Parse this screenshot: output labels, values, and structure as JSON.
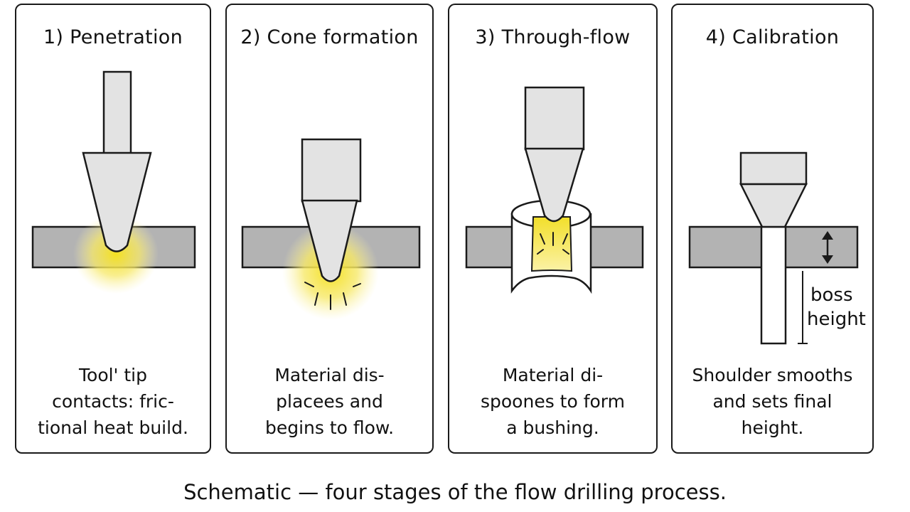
{
  "stages": [
    {
      "title": "1) Penetration",
      "desc": [
        "Tool' tip",
        "contacts: fric-",
        "tional heat build."
      ]
    },
    {
      "title": "2) Cone formation",
      "desc": [
        "Material dis-",
        "placees and",
        "begins to flow."
      ]
    },
    {
      "title": "3) Through-flow",
      "desc": [
        "Material di-",
        "spoones to form",
        "a bushing."
      ]
    },
    {
      "title": "4) Calibration",
      "desc": [
        "Shoulder smooths",
        "and sets final",
        "height."
      ]
    }
  ],
  "boss_label": [
    "boss",
    "height"
  ],
  "caption": "Schematic — four stages of the flow drilling process.",
  "colors": {
    "plate": "#b3b3b3",
    "tool": "#e3e3e3",
    "heat": "#f4e34a",
    "outline": "#1a1a1a"
  }
}
